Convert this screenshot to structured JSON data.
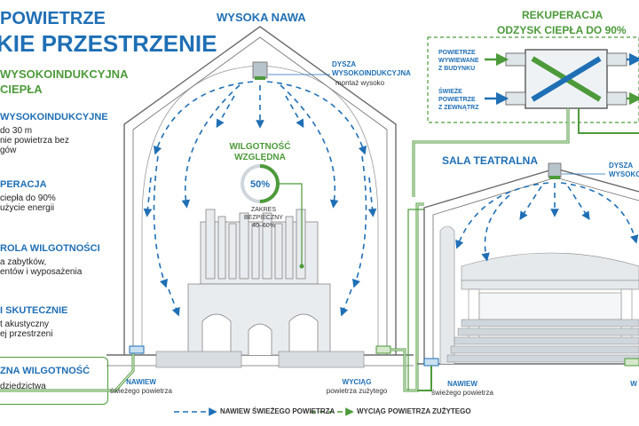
{
  "header": {
    "title_line1": "POWIETRZE",
    "title_line2": "KIE PRZESTRZENIE",
    "subtitle_line1": "WYSOKOINDUKCYJNA",
    "subtitle_line2": "CIEPŁA"
  },
  "features": [
    {
      "heading": "WYSOKOINDUKCYJNE",
      "lines": [
        "do 30 m",
        "nie powietrza bez",
        "gów"
      ]
    },
    {
      "heading": "PERACJA",
      "lines": [
        "ciepła do 90%",
        "użycie energii"
      ]
    },
    {
      "heading": "ROLA WILGOTNOŚCI",
      "lines": [
        "a zabytków,",
        "entów i wyposażenia"
      ]
    },
    {
      "heading": "I SKUTECZNIE",
      "lines": [
        "t akustyczny",
        "ej przestrzeni"
      ]
    },
    {
      "heading": "ZNA WILGOTNOŚĆ",
      "lines": [
        "dziedzictwa"
      ]
    }
  ],
  "nave": {
    "title": "WYSOKA NAWA",
    "nozzle_label_1": "DYSZA",
    "nozzle_label_2": "WYSOKOINDUKCYJNA",
    "nozzle_note": "montaż wysoko",
    "humidity_title_1": "WILGOTNOŚĆ",
    "humidity_title_2": "WZGLĘDNA",
    "humidity_value": "50%",
    "humidity_fraction": 0.5,
    "safe_zone_1": "ZAKRES BEZPIECZNY",
    "safe_zone_2": "40–60%",
    "supply_label": "NAWIEW",
    "supply_note": "świeżego powietrza",
    "exhaust_label": "WYCIĄG",
    "exhaust_note": "powietrza zużytego"
  },
  "recuperation": {
    "title_1": "REKUPERACJA",
    "title_2": "ODZYSK CIEPŁA DO 90%",
    "exhaust_in_1": "POWIETRZE",
    "exhaust_in_2": "WYWIEWANE",
    "exhaust_in_3": "Z BUDYNKU",
    "fresh_in_1": "ŚWIEŻE",
    "fresh_in_2": "POWIETRZE",
    "fresh_in_3": "Z ZEWNĄTRZ"
  },
  "theatre": {
    "title": "SALA TEATRALNA",
    "nozzle_label_1": "DYSZA",
    "nozzle_label_2": "WYSOKO",
    "supply_label": "NAWIEW",
    "supply_note": "świeżego powietrza",
    "exhaust_label": "W"
  },
  "legend": {
    "supply": "NAWIEW ŚWIEŻEGO POWIETRZA",
    "exhaust": "WYCIĄG POWIETRZA ZUŻYTEGO"
  },
  "colors": {
    "supply": "#1f6fb5",
    "exhaust": "#4d9a3a",
    "structure": "#6b6b6b"
  }
}
